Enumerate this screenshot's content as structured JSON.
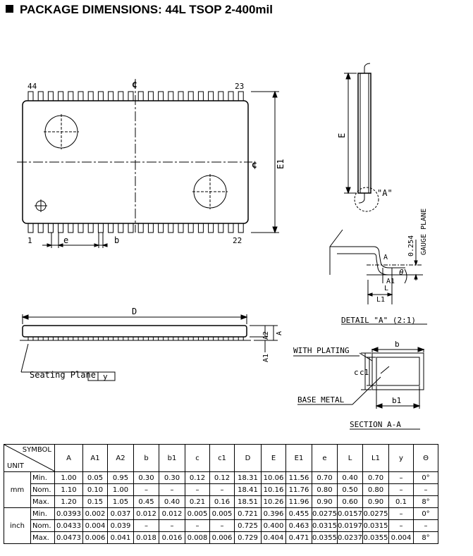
{
  "title": "PACKAGE DIMENSIONS: 44L TSOP 2-400mil",
  "drawing": {
    "top_view": {
      "pin_first": "44",
      "pin_last": "23",
      "pin_1": "1",
      "pin_22": "22",
      "e_label": "e",
      "b_label": "b",
      "E1_label": "E1",
      "cl": "¢"
    },
    "side_view": {
      "E_label": "E",
      "A_ref": "\"A\""
    },
    "detail": {
      "gauge": "GAUGE PLANE",
      "dim": "0.254",
      "A_label": "A",
      "A1_label": "A1",
      "theta": "θ",
      "L_label": "L",
      "L1_label": "L1",
      "title": "DETAIL \"A\" (2:1)"
    },
    "front_view": {
      "D_label": "D",
      "A_label": "A",
      "A2_label": "A2",
      "A1_label": "A1",
      "seating": "Seating Plane",
      "y_label": "y"
    },
    "section": {
      "with_plating": "WITH PLATING",
      "base_metal": "BASE METAL",
      "b_label": "b",
      "b1_label": "b1",
      "c_label": "c",
      "c1_label": "c1",
      "title": "SECTION A-A"
    }
  },
  "table": {
    "symbol_label": "SYMBOL",
    "unit_label": "UNIT",
    "symbols": [
      "A",
      "A1",
      "A2",
      "b",
      "b1",
      "c",
      "c1",
      "D",
      "E",
      "E1",
      "e",
      "L",
      "L1",
      "y",
      "Θ"
    ],
    "groups": [
      {
        "unit": "mm",
        "rows": [
          {
            "label": "Min.",
            "values": [
              "1.00",
              "0.05",
              "0.95",
              "0.30",
              "0.30",
              "0.12",
              "0.12",
              "18.31",
              "10.06",
              "11.56",
              "0.70",
              "0.40",
              "0.70",
              "–",
              "0°"
            ]
          },
          {
            "label": "Nom.",
            "values": [
              "1.10",
              "0.10",
              "1.00",
              "–",
              "–",
              "–",
              "–",
              "18.41",
              "10.16",
              "11.76",
              "0.80",
              "0.50",
              "0.80",
              "–",
              "–"
            ]
          },
          {
            "label": "Max.",
            "values": [
              "1.20",
              "0.15",
              "1.05",
              "0.45",
              "0.40",
              "0.21",
              "0.16",
              "18.51",
              "10.26",
              "11.96",
              "0.90",
              "0.60",
              "0.90",
              "0.1",
              "8°"
            ]
          }
        ]
      },
      {
        "unit": "inch",
        "rows": [
          {
            "label": "Min.",
            "values": [
              "0.0393",
              "0.002",
              "0.037",
              "0.012",
              "0.012",
              "0.005",
              "0.005",
              "0.721",
              "0.396",
              "0.455",
              "0.0275",
              "0.0157",
              "0.0275",
              "–",
              "0°"
            ]
          },
          {
            "label": "Nom.",
            "values": [
              "0.0433",
              "0.004",
              "0.039",
              "–",
              "–",
              "–",
              "–",
              "0.725",
              "0.400",
              "0.463",
              "0.0315",
              "0.0197",
              "0.0315",
              "–",
              "–"
            ]
          },
          {
            "label": "Max.",
            "values": [
              "0.0473",
              "0.006",
              "0.041",
              "0.018",
              "0.016",
              "0.008",
              "0.006",
              "0.729",
              "0.404",
              "0.471",
              "0.0355",
              "0.0237",
              "0.0355",
              "0.004",
              "8°"
            ]
          }
        ]
      }
    ]
  }
}
